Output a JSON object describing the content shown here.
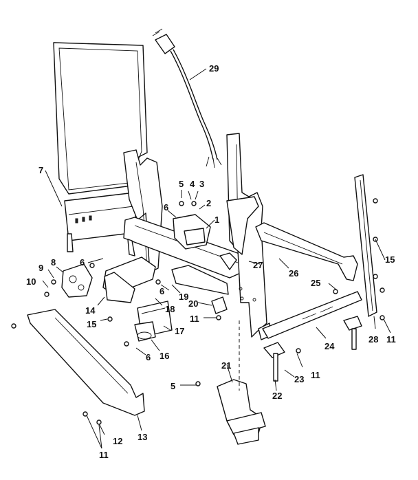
{
  "diagram": {
    "callouts": [
      "1",
      "2",
      "3",
      "4",
      "5",
      "6",
      "7",
      "8",
      "9",
      "10",
      "11",
      "12",
      "13",
      "14",
      "15",
      "16",
      "17",
      "18",
      "19",
      "20",
      "21",
      "22",
      "23",
      "24",
      "25",
      "26",
      "27",
      "28",
      "29"
    ]
  },
  "labels": {
    "c1": "1",
    "c2": "2",
    "c3": "3",
    "c4": "4",
    "c5a": "5",
    "c5b": "5",
    "c6a": "6",
    "c6b": "6",
    "c6c": "6",
    "c6d": "6",
    "c7": "7",
    "c8": "8",
    "c9": "9",
    "c10": "10",
    "c11a": "11",
    "c11b": "11",
    "c11c": "11",
    "c11d": "11",
    "c12": "12",
    "c13": "13",
    "c14": "14",
    "c15a": "15",
    "c15b": "15",
    "c16": "16",
    "c17": "17",
    "c18": "18",
    "c19": "19",
    "c20": "20",
    "c21": "21",
    "c22": "22",
    "c23": "23",
    "c24": "24",
    "c25": "25",
    "c26": "26",
    "c27": "27",
    "c28": "28",
    "c29": "29"
  }
}
